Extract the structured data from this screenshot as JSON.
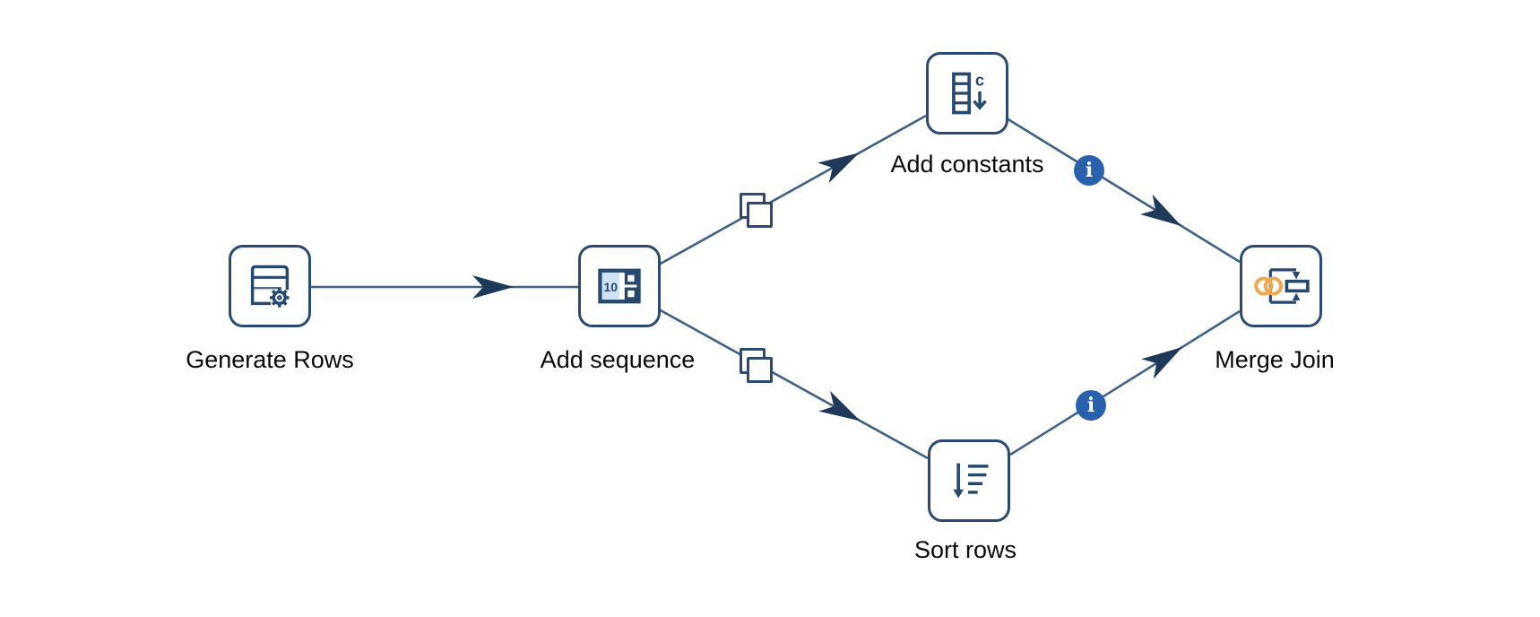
{
  "app": {
    "description": "Pipeline workflow canvas with five connected transform nodes",
    "background": "#ffffff"
  },
  "colors": {
    "node_border": "#2b4a6f",
    "edge_line": "#3f6183",
    "arrowhead": "#1e3a58",
    "info_badge_blue": "#2a61ac",
    "join_rings_orange": "#eda94f",
    "icon_light_blue": "#cfe3f6",
    "label_text": "#0a0a0a"
  },
  "nodes": [
    {
      "id": "generate-rows",
      "label": "Generate Rows",
      "icon": "table-gear-icon"
    },
    {
      "id": "add-sequence",
      "label": "Add sequence",
      "icon": "sequence-10-icon"
    },
    {
      "id": "add-constants",
      "label": "Add constants",
      "icon": "column-c-down-icon"
    },
    {
      "id": "sort-rows",
      "label": "Sort rows",
      "icon": "sort-descending-icon"
    },
    {
      "id": "merge-join",
      "label": "Merge Join",
      "icon": "rings-merge-icon"
    }
  ],
  "edges": [
    {
      "from": "Generate Rows",
      "to": "Add sequence",
      "badge": "none"
    },
    {
      "from": "Add sequence",
      "to": "Add constants",
      "badge": "copy-icon"
    },
    {
      "from": "Add sequence",
      "to": "Sort rows",
      "badge": "copy-icon"
    },
    {
      "from": "Add constants",
      "to": "Merge Join",
      "badge": "info-icon"
    },
    {
      "from": "Sort rows",
      "to": "Merge Join",
      "badge": "info-icon"
    }
  ],
  "icon_texts": {
    "add_sequence": "10",
    "add_constants": "c"
  },
  "badges": {
    "info": "i"
  }
}
